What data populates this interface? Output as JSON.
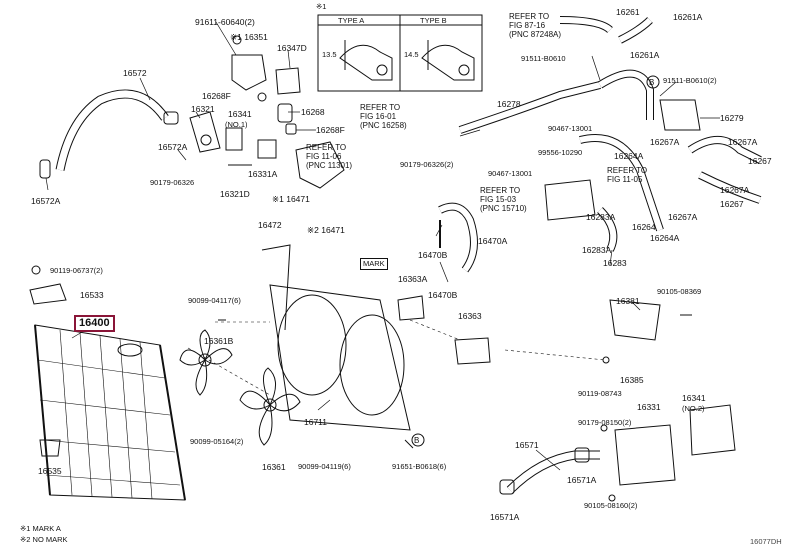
{
  "inset": {
    "note_mark": "※1",
    "type_a": "TYPE A",
    "type_b": "TYPE B",
    "dim_a": "13.5",
    "dim_b": "14.5"
  },
  "refs": {
    "r1": "REFER TO\nFIG 87-16\n(PNC 87248A)",
    "r2": "REFER TO\nFIG 16-01\n(PNC 16258)",
    "r3": "REFER TO\nFIG 11-06\n(PNC 11301)",
    "r4": "REFER TO\nFIG 11-05",
    "r5": "REFER TO\nFIG 15-03\n(PNC 15710)",
    "mark": "MARK"
  },
  "parts": {
    "p91611": "91611-60640(2)",
    "p16351": "※1 16351",
    "p16347d": "16347D",
    "p16572": "16572",
    "p16268f_a": "16268F",
    "p16321": "16321",
    "p16341": "16341",
    "p16341_no1": "(NO.1)",
    "p16268": "16268",
    "p16268f_b": "16268F",
    "p16572a": "16572A",
    "p16331a": "16331A",
    "p90179_06326a": "90179-06326",
    "p16321d": "16321D",
    "p16572a_b": "16572A",
    "p16471_set": "※1 16471",
    "p16472": "16472",
    "p16471": "※2 16471",
    "p16261": "16261",
    "p16261a": "16261A",
    "p16261a_b": "16261A",
    "p91511_b0610": "91511-B0610",
    "p91511_b0610_2": "91511-B0610(2)",
    "p16278": "16278",
    "p16279": "16279",
    "p90467_13001a": "90467-13001",
    "p90179_06326b": "90179-06326(2)",
    "p16267a_a": "16267A",
    "p16267a_b": "16267A",
    "p99556_10290": "99556-10290",
    "p16264a_a": "16264A",
    "p16267": "16267",
    "p90467_13001b": "90467-13001",
    "p16267a_c": "16267A",
    "p16267_b": "16267",
    "p16283a_a": "16283A",
    "p16267a_d": "16267A",
    "p16264": "16264",
    "p16264a_b": "16264A",
    "p16283a_b": "16283A",
    "p16283": "16283",
    "p16470a": "16470A",
    "p16470b_a": "16470B",
    "p16363a": "16363A",
    "p16470b_b": "16470B",
    "p16363": "16363",
    "p90119_06737": "90119-06737(2)",
    "p16533": "16533",
    "p16400": "16400",
    "p90099_04117": "90099-04117(6)",
    "p16361b": "16361B",
    "p16711": "16711",
    "p90099_05164": "90099-05164(2)",
    "p16535": "16535",
    "p16361": "16361",
    "p90099_04119": "90099-04119(6)",
    "p91651_b0618": "91651-B0618(6)",
    "p16381": "16381",
    "p90105_08369": "90105-08369",
    "p16385": "16385",
    "p90119_08743": "90119-08743",
    "p16341_b": "16341",
    "p16341_no2": "(NO.2)",
    "p16331": "16331",
    "p90179_08150": "90179-08150(2)",
    "p16571": "16571",
    "p16571a_a": "16571A",
    "p90105_08160": "90105-08160(2)",
    "p16571a_b": "16571A"
  },
  "footnotes": {
    "n1": "※1 MARK A",
    "n2": "※2 NO MARK",
    "code": "16077DH"
  },
  "colors": {
    "highlight_border": "#8a1538",
    "line": "#111111",
    "background": "#ffffff"
  }
}
